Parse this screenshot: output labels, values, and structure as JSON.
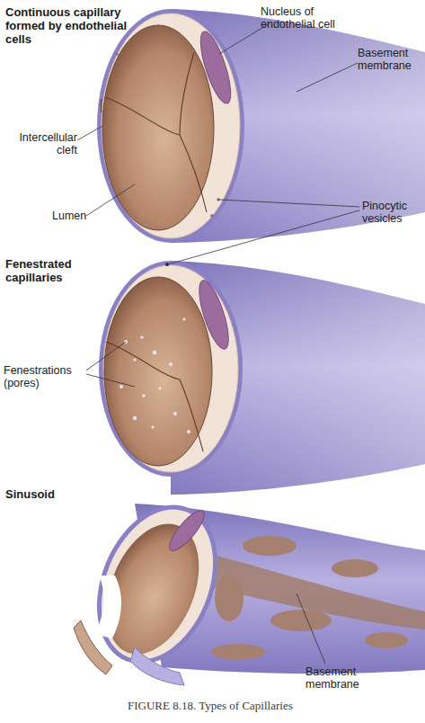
{
  "diagram": {
    "caption": "FIGURE 8.18. Types of Capillaries",
    "labels": [
      "Continuous capillary formed by endothelial cells",
      "Nucleus of endothelial cell",
      "Basement membrane",
      "Intercellular cleft",
      "Lumen",
      "Pinocytic vesicles",
      "Fenestrated capillaries",
      "Fenestrations (pores)",
      "Sinusoid",
      "Basement membrane"
    ]
  }
}
